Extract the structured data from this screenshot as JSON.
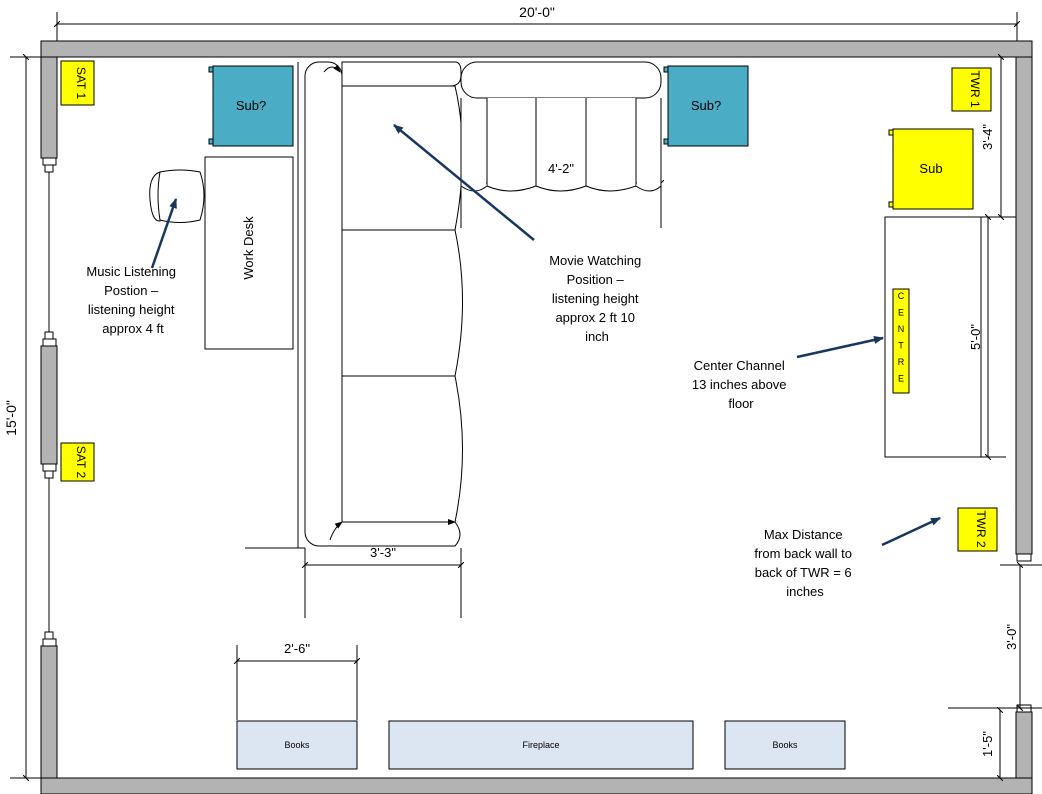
{
  "dimensions": {
    "room_width": "20'-0\"",
    "room_depth": "15'-0\"",
    "sofa_long_width": "4'-2\"",
    "sofa_short_width": "3'-3\"",
    "books_width": "2'-6\"",
    "twr1_to_cabinet": "3'-4\"",
    "cabinet_length": "5'-0\"",
    "door_width": "3'-0\"",
    "corner_wall": "1'-5\""
  },
  "speakers": {
    "sat1": "SAT 1",
    "sat2": "SAT 2",
    "twr1": "TWR 1",
    "twr2": "TWR 2",
    "centre": "CENTRE",
    "sub_right": "Sub",
    "sub_left": "Sub?",
    "sub_middle": "Sub?"
  },
  "furniture": {
    "work_desk": "Work Desk",
    "books_left": "Books",
    "fireplace": "Fireplace",
    "books_right": "Books"
  },
  "annotations": {
    "music_position": [
      "Music Listening",
      "Postion –",
      "listening height",
      "approx 4 ft"
    ],
    "movie_position": [
      "Movie Watching",
      "Position –",
      "listening  height",
      "approx 2 ft 10",
      "inch"
    ],
    "center_channel": [
      "Center Channel",
      "13 inches above",
      "floor"
    ],
    "max_distance": [
      "Max Distance",
      "from back wall to",
      "back of TWR = 6",
      "inches"
    ]
  },
  "colors": {
    "wall": "#b3b3b3",
    "speaker_yellow": "#ffff00",
    "sub_teal": "#4bacc6",
    "furniture_fill": "#dce6f2",
    "arrow": "#17375e"
  }
}
